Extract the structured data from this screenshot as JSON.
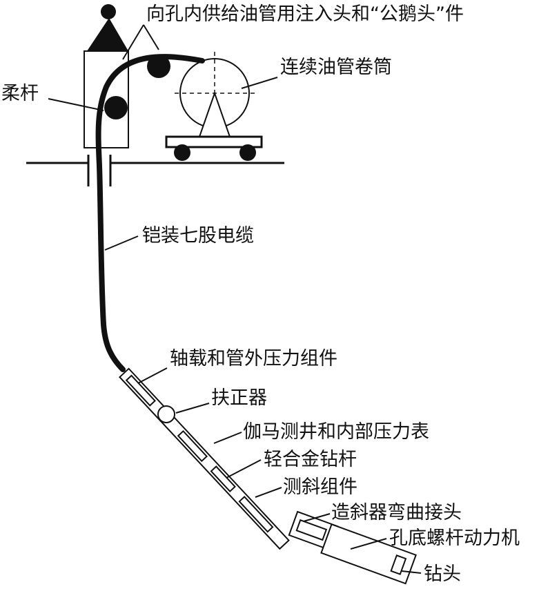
{
  "labels": {
    "injector": "向孔内供给油管用注入头和“公鹅头”件",
    "rod": "柔杆",
    "reel": "连续油管卷筒",
    "cable": "铠装七股电缆",
    "axial_load": "轴载和管外压力组件",
    "centralizer": "扶正器",
    "gamma": "伽马测井和内部压力表",
    "alloy_pipe": "轻合金钻杆",
    "survey": "测斜组件",
    "bent_sub": "造斜器弯曲接头",
    "motor": "孔底螺杆动力机",
    "bit": "钻头"
  },
  "colors": {
    "ink": "#111111",
    "background": "#ffffff"
  }
}
